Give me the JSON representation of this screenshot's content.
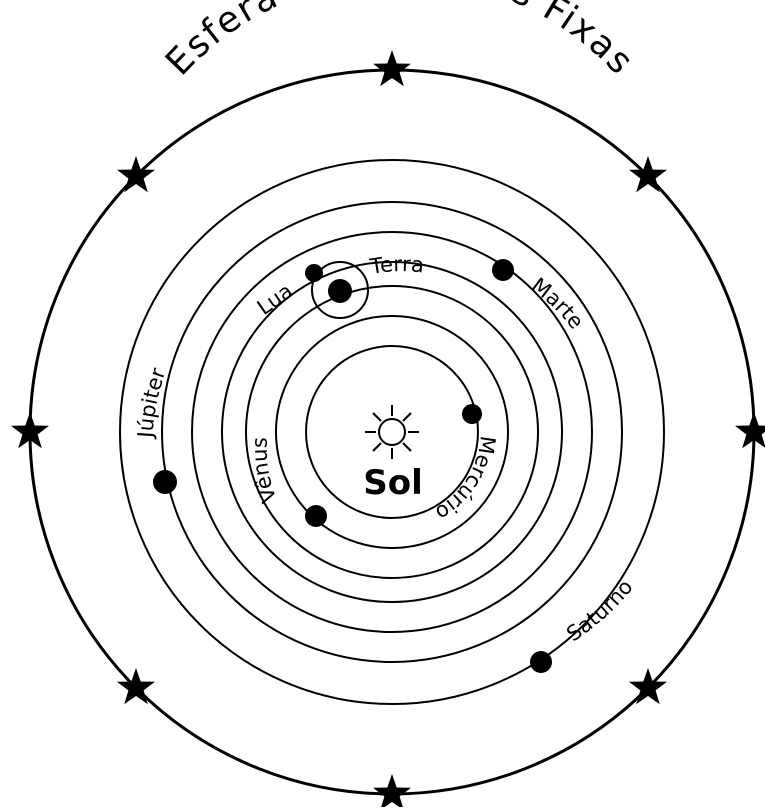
{
  "title": "Esfera das Estrelas Fixas",
  "sun": {
    "label": "Sol",
    "icon": "sun-icon"
  },
  "planets": [
    {
      "key": "mercurio",
      "label": "Mercúrio"
    },
    {
      "key": "venus",
      "label": "Vênus"
    },
    {
      "key": "terra",
      "label": "Terra"
    },
    {
      "key": "lua",
      "label": "Lua"
    },
    {
      "key": "marte",
      "label": "Marte"
    },
    {
      "key": "jupiter",
      "label": "Júpiter"
    },
    {
      "key": "saturno",
      "label": "Saturno"
    }
  ],
  "stars": {
    "icon": "star-icon",
    "count": 8
  },
  "colors": {
    "ink": "#000000",
    "background": "#ffffff"
  }
}
